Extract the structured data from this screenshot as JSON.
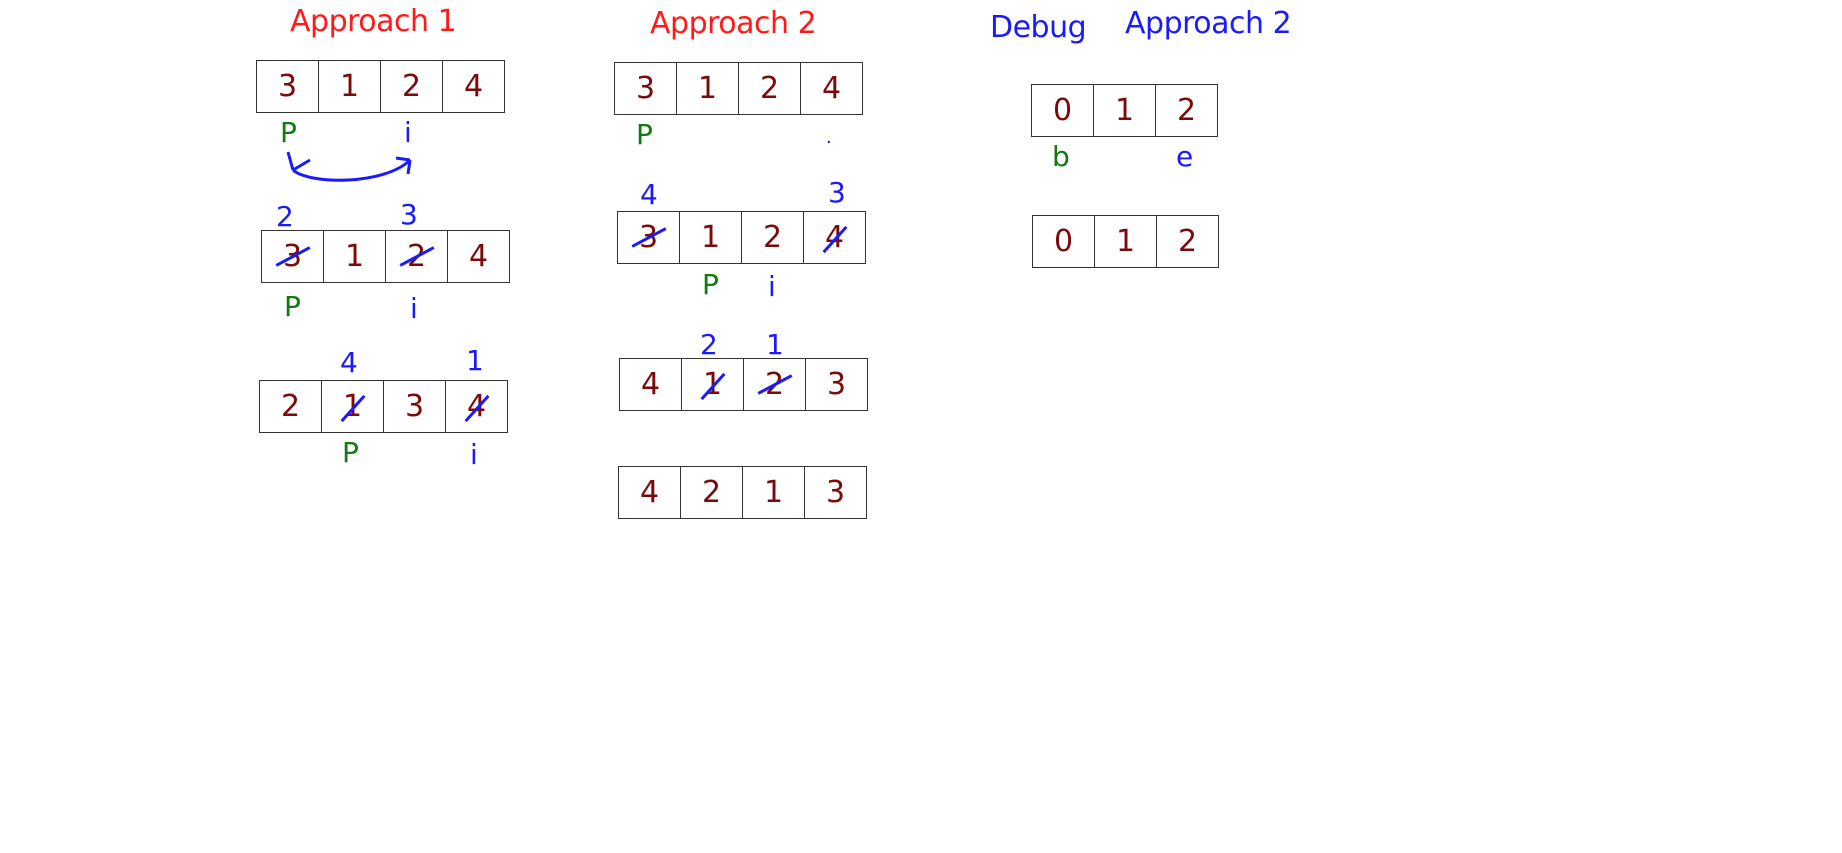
{
  "titles": {
    "approach1": "Approach 1",
    "approach2": "Approach 2",
    "debug": "Debug",
    "debug_approach": "Approach 2"
  },
  "approach1": {
    "row1": {
      "cells": [
        "3",
        "1",
        "2",
        "4"
      ],
      "ptr_p": "P",
      "ptr_i": "i"
    },
    "row2": {
      "cells": [
        "3",
        "1",
        "2",
        "4"
      ],
      "above_0": "2",
      "above_2": "3",
      "ptr_p": "P",
      "ptr_i": "i"
    },
    "row3": {
      "cells": [
        "2",
        "1",
        "3",
        "4"
      ],
      "above_1": "4",
      "above_3": "1",
      "ptr_p": "P",
      "ptr_i": "i"
    }
  },
  "approach2": {
    "row1": {
      "cells": [
        "3",
        "1",
        "2",
        "4"
      ],
      "ptr_p": "P",
      "dot": "·"
    },
    "row2": {
      "cells": [
        "3",
        "1",
        "2",
        "4"
      ],
      "above_0": "4",
      "above_3": "3",
      "ptr_p": "P",
      "ptr_i": "i"
    },
    "row3": {
      "cells": [
        "4",
        "1",
        "2",
        "3"
      ],
      "above_1": "2",
      "above_2": "1"
    },
    "row4": {
      "cells": [
        "4",
        "2",
        "1",
        "3"
      ]
    }
  },
  "debug": {
    "row1": {
      "cells": [
        "0",
        "1",
        "2"
      ],
      "ptr_b": "b",
      "ptr_e": "e"
    },
    "row2": {
      "cells": [
        "0",
        "1",
        "2"
      ]
    }
  },
  "colors": {
    "title_red": "#ff1a1a",
    "ink_blue": "#1a1aff",
    "ink_green": "#117a11",
    "digit_maroon": "#7b0a0a"
  }
}
